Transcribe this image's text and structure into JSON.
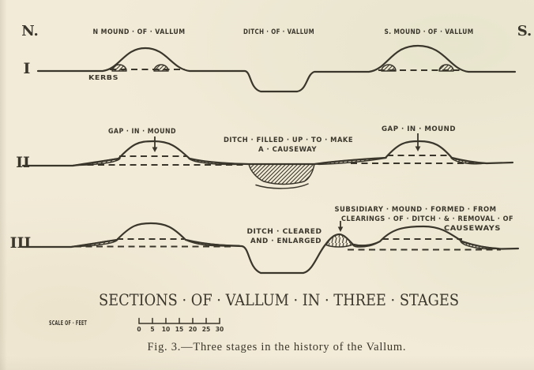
{
  "colors": {
    "paper": "#f2ebd8",
    "ink": "#3a362b"
  },
  "compass": {
    "north": "N.",
    "south": "S."
  },
  "stage1": {
    "numeral": "I",
    "n_mound_label": "N MOUND · OF · VALLUM",
    "ditch_label": "DITCH · OF · VALLUM",
    "s_mound_label": "S. MOUND · OF · VALLUM",
    "kerbs_label": "KERBS"
  },
  "stage2": {
    "numeral": "II",
    "gap_left_label": "GAP · IN · MOUND",
    "gap_right_label": "GAP · IN · MOUND",
    "ditch_line1": "DITCH · FILLED · UP · TO · MAKE",
    "ditch_line2": "A · CAUSEWAY"
  },
  "stage3": {
    "numeral": "III",
    "ditch_line1": "DITCH · CLEARED",
    "ditch_line2": "AND · ENLARGED",
    "subsidiary_line1": "SUBSIDIARY · MOUND · FORMED · FROM",
    "subsidiary_line2": "CLEARINGS · OF · DITCH · & · REMOVAL · OF",
    "subsidiary_line3": "CAUSEWAYS"
  },
  "title": "SECTIONS · OF · VALLUM · IN · THREE · STAGES",
  "scale": {
    "label": "SCALE OF · FEET",
    "ticks": [
      "0",
      "5",
      "10",
      "15",
      "20",
      "25",
      "30"
    ]
  },
  "caption": "Fig. 3.—Three stages in the history of the Vallum."
}
